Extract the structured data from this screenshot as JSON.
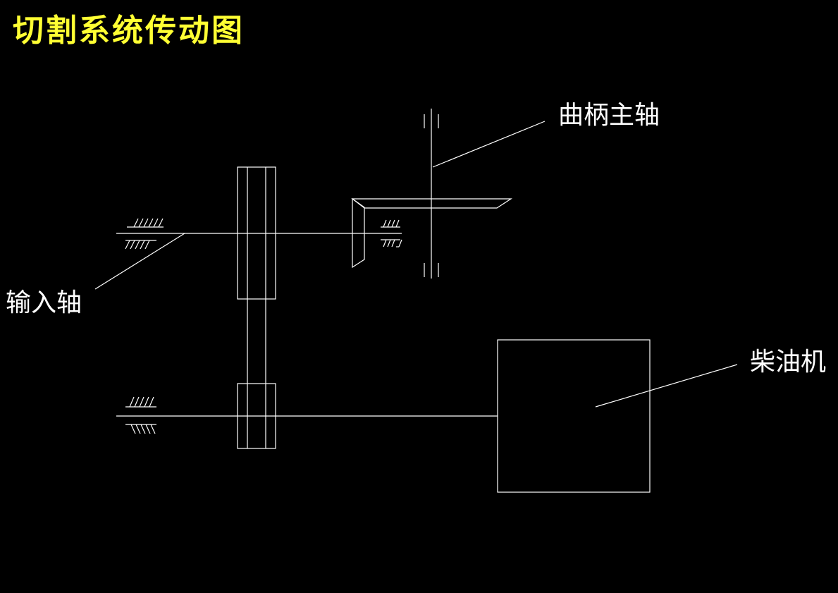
{
  "title": "切割系统传动图",
  "labels": {
    "crank_shaft": "曲柄主轴",
    "input_shaft": "输入轴",
    "diesel_engine": "柴油机"
  },
  "colors": {
    "background": "#000000",
    "title": "#ffff33",
    "line": "#ffffff"
  }
}
